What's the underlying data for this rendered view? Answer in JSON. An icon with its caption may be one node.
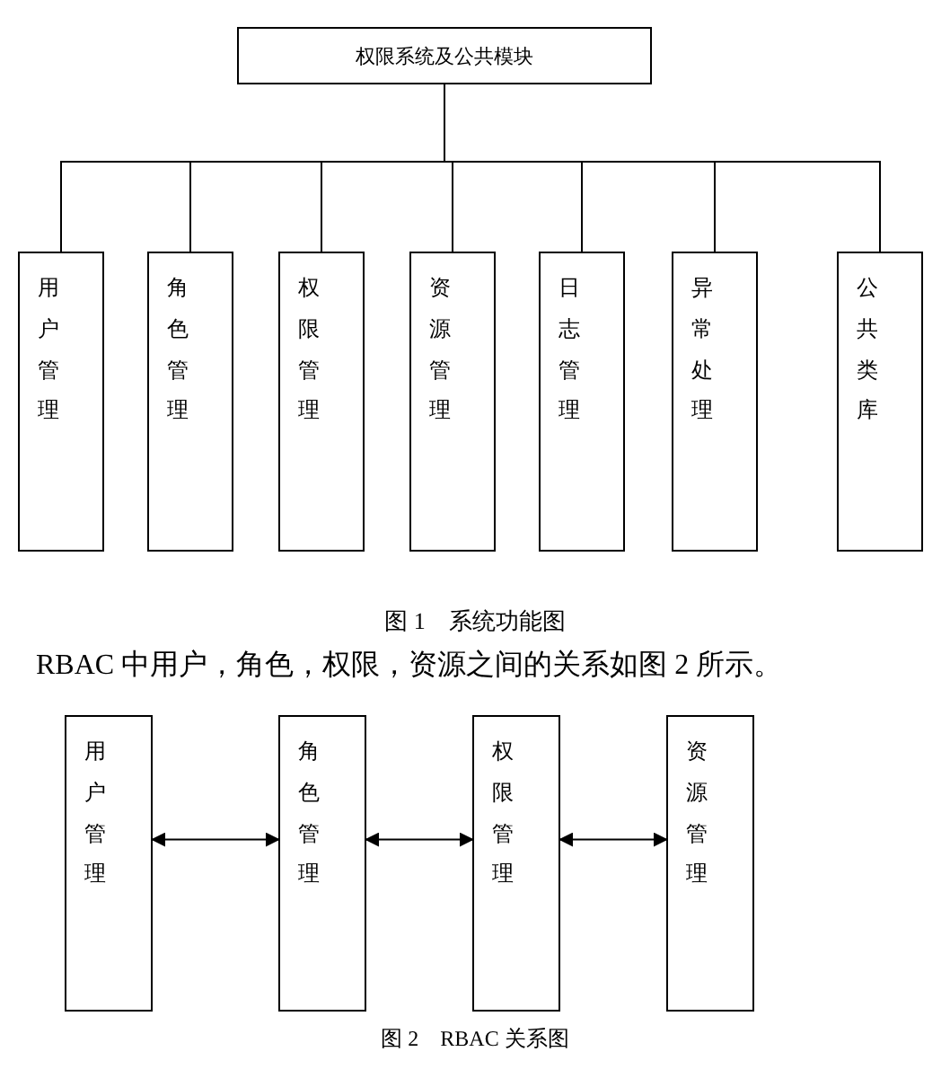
{
  "diagram": {
    "nodes": [
      {
        "text": [
          "权限系统及公共模块"
        ]
      },
      {
        "text": [
          "用户管理"
        ]
      },
      {
        "text": [
          "角色管理"
        ]
      },
      {
        "text": [
          "权限管理"
        ]
      },
      {
        "text": [
          "资源管理"
        ]
      },
      {
        "text": [
          "日志管理"
        ]
      },
      {
        "text": [
          "异常处理"
        ]
      },
      {
        "text": [
          "公共类库"
        ]
      },
      {
        "text": [
          "用户管理"
        ]
      },
      {
        "text": [
          "角色管理"
        ]
      },
      {
        "text": [
          "权限管理"
        ]
      },
      {
        "text": [
          "资源管理"
        ]
      }
    ],
    "edges": [
      {
        "from": 0,
        "to": 1,
        "arrow": "none"
      },
      {
        "from": 0,
        "to": 2,
        "arrow": "none"
      },
      {
        "from": 0,
        "to": 3,
        "arrow": "none"
      },
      {
        "from": 0,
        "to": 4,
        "arrow": "none"
      },
      {
        "from": 0,
        "to": 5,
        "arrow": "none"
      },
      {
        "from": 0,
        "to": 6,
        "arrow": "none"
      },
      {
        "from": 0,
        "to": 7,
        "arrow": "none"
      },
      {
        "from": 8,
        "to": 9,
        "arrow": "both"
      },
      {
        "from": 9,
        "to": 10,
        "arrow": "both"
      },
      {
        "from": 10,
        "to": 11,
        "arrow": "both"
      }
    ],
    "labels": [
      "图 1　系统功能图",
      "RBAC 中用户，角色，权限，资源之间的关系如图 2 所示。",
      "图 2　RBAC 关系图"
    ]
  }
}
